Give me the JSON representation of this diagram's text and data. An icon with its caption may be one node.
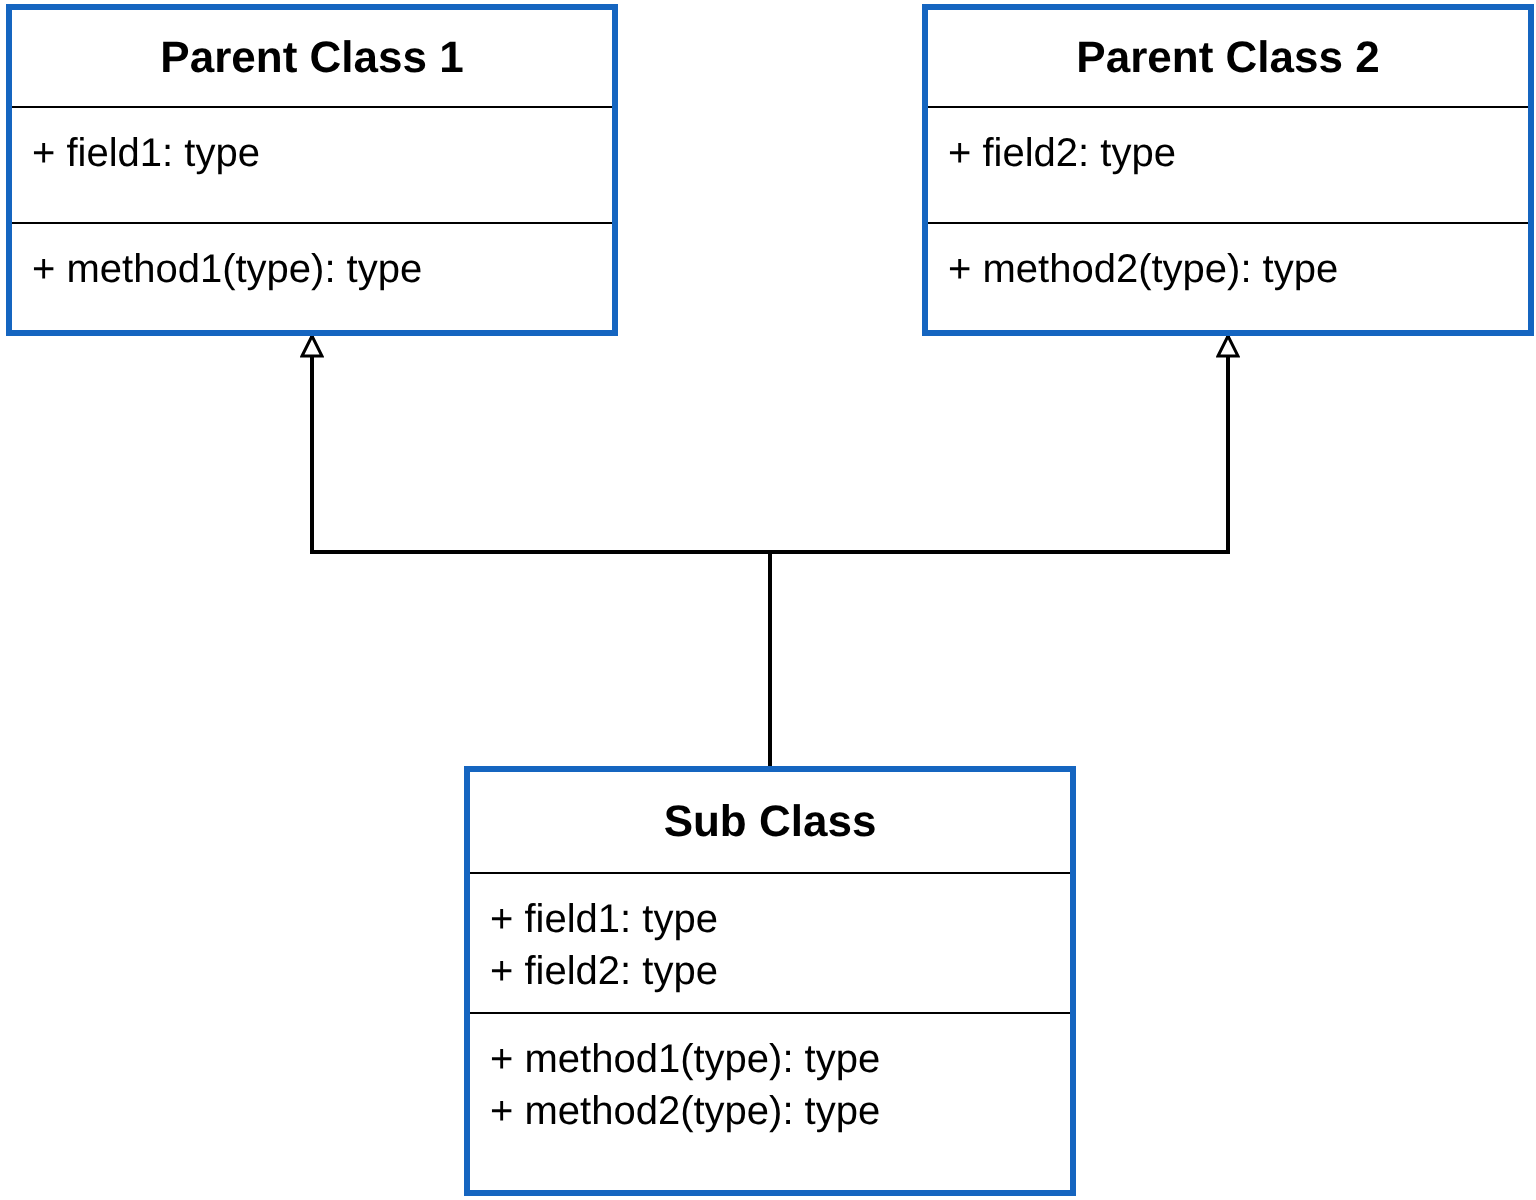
{
  "diagram": {
    "nodes": [
      {
        "text": [
          "Parent Class 1"
        ]
      },
      {
        "text": [
          "+ field1: type"
        ],
        "in": 0
      },
      {
        "text": [
          "+ method1(type): type"
        ],
        "in": 0
      },
      {
        "text": [
          "Parent Class 2"
        ]
      },
      {
        "text": [
          "+ field2: type"
        ],
        "in": 3
      },
      {
        "text": [
          "+ method2(type): type"
        ],
        "in": 3
      },
      {
        "text": [
          "Sub Class"
        ]
      },
      {
        "text": [
          "+ field1: type",
          "+ field2: type"
        ],
        "in": 6
      },
      {
        "text": [
          "+ method1(type): type",
          "+ method2(type): type"
        ],
        "in": 6
      }
    ],
    "edges": [
      {
        "from": 6,
        "to": 0,
        "arrow": "to"
      },
      {
        "from": 6,
        "to": 3,
        "arrow": "to"
      }
    ]
  }
}
